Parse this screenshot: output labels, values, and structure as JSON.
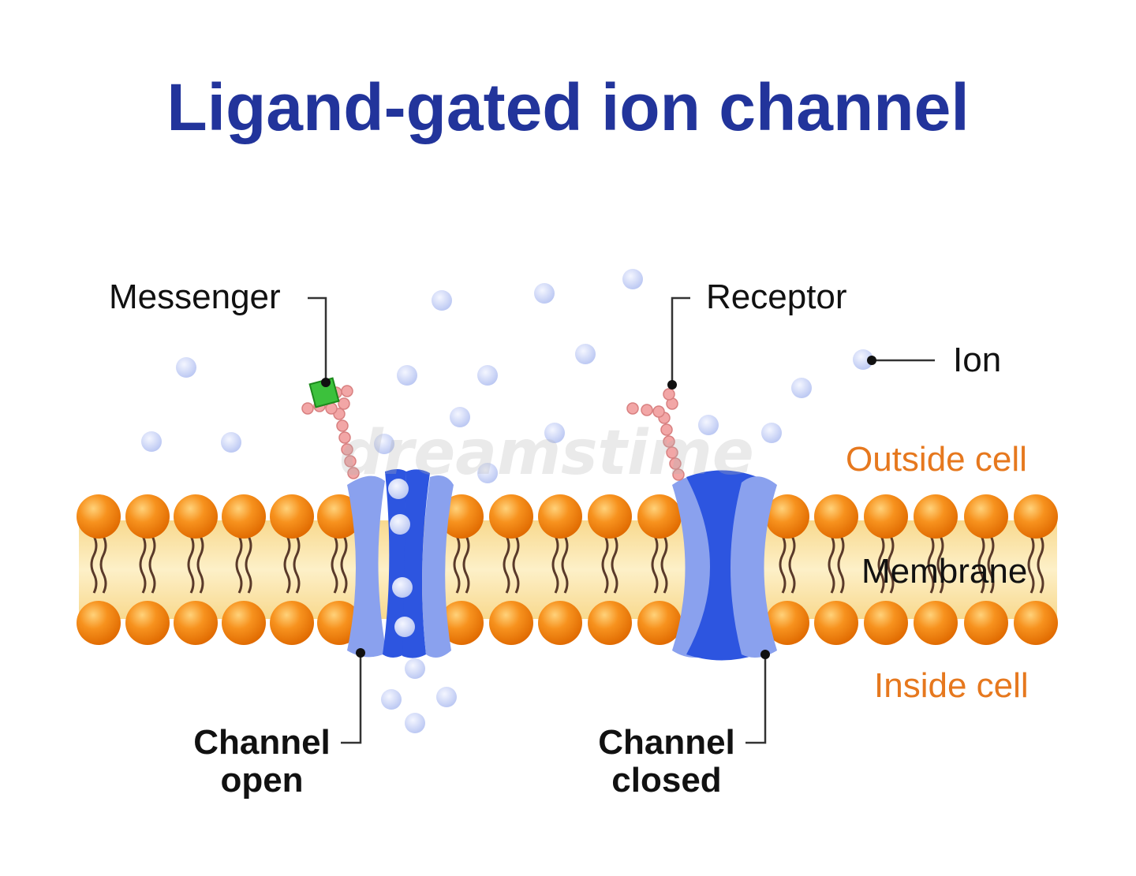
{
  "title": "Ligand-gated ion channel",
  "labels": {
    "messenger": "Messenger",
    "receptor": "Receptor",
    "ion": "Ion",
    "outside_cell": "Outside cell",
    "inside_cell": "Inside cell",
    "membrane": "Membrane",
    "channel_open_line1": "Channel",
    "channel_open_line2": "open",
    "channel_closed_line1": "Channel",
    "channel_closed_line2": "closed"
  },
  "watermark": "dreamstime",
  "colors": {
    "title": "#22349b",
    "region_label": "#e6781e",
    "lipid_head": "#f07d10",
    "membrane_core": "#fbe3a3",
    "channel_dark": "#2d55e0",
    "channel_light": "#8aa1ee",
    "ion": "#c9d3f5",
    "receptor_chain": "#f2a6a6",
    "messenger": "#3cc13c"
  }
}
